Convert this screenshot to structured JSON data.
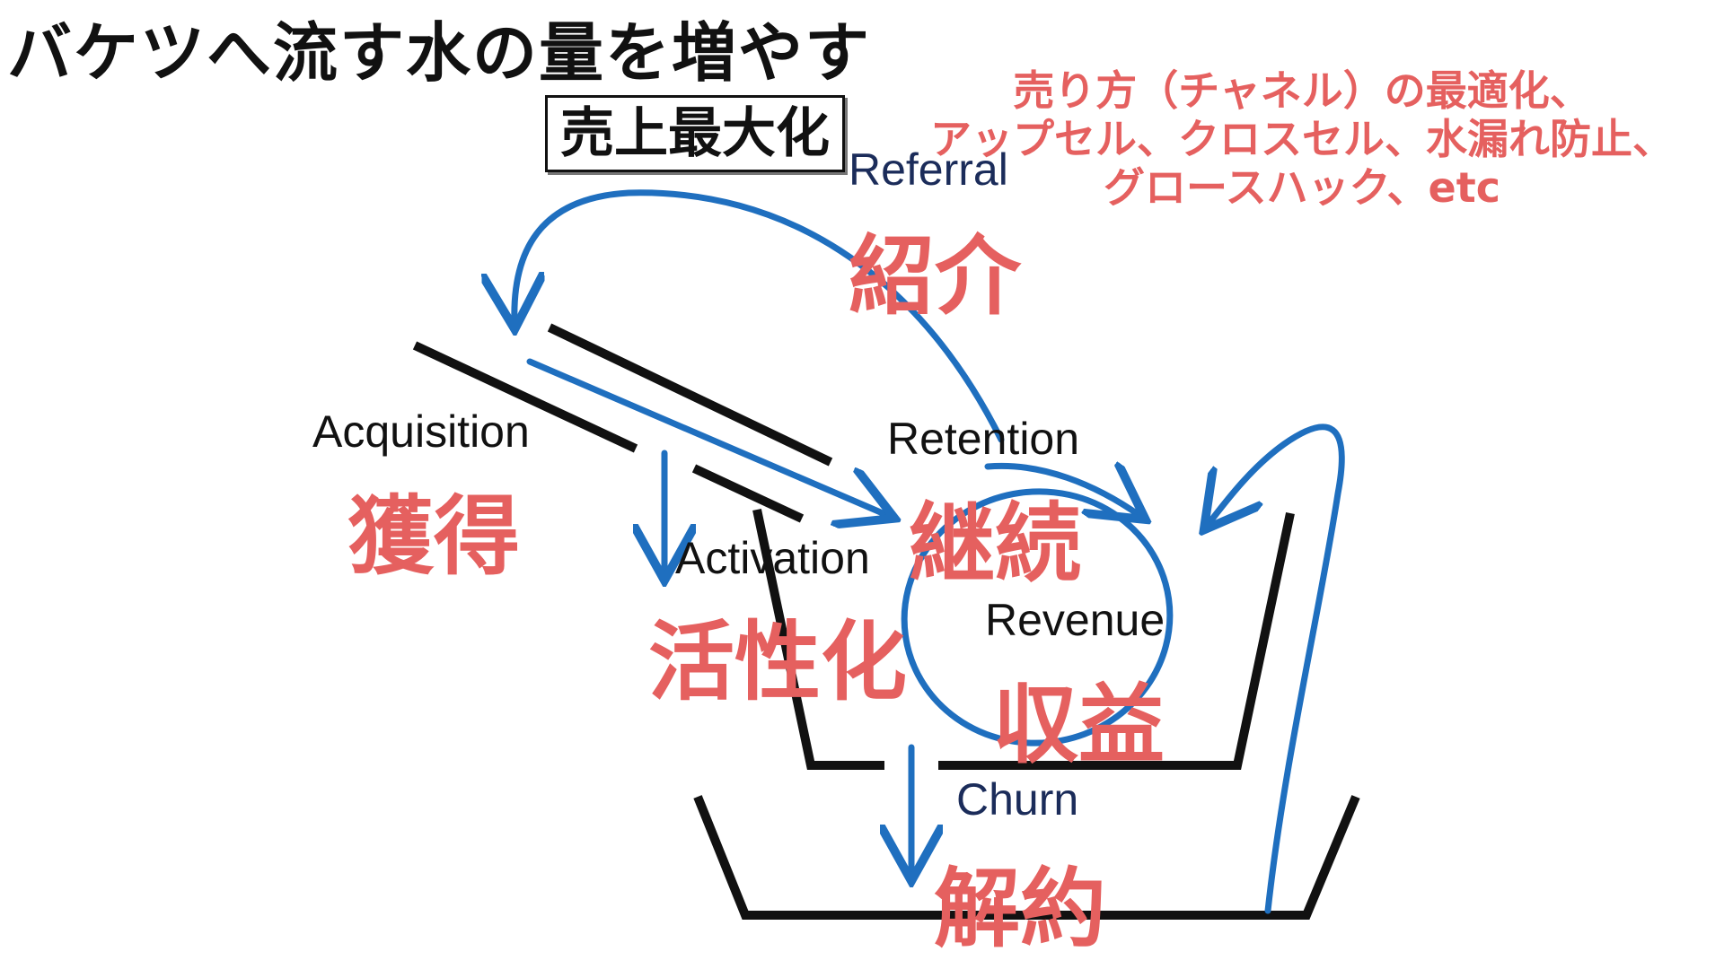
{
  "title": "バケツへ流す水の量を増やす",
  "boxed_label": "売上最大化",
  "annotation": {
    "lines": [
      "売り方（チャネル）の最適化、",
      "アップセル、クロスセル、水漏れ防止、",
      "グロースハック、etc"
    ]
  },
  "stages": {
    "referral": {
      "en": "Referral",
      "jp": "紹介"
    },
    "acquisition": {
      "en": "Acquisition",
      "jp": "獲得"
    },
    "retention": {
      "en": "Retention",
      "jp": "継続"
    },
    "activation": {
      "en": "Activation",
      "jp": "活性化"
    },
    "revenue": {
      "en": "Revenue",
      "jp": "収益"
    },
    "churn": {
      "en": "Churn",
      "jp": "解約"
    }
  },
  "colors": {
    "red": "#e5605f",
    "blue_arrow": "#1f6fbf",
    "navy_label": "#1b2c5a",
    "black": "#111111"
  }
}
